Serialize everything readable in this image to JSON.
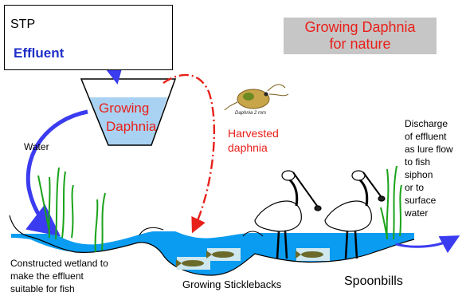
{
  "title": {
    "line1": "Growing Daphnia",
    "line2": "for nature"
  },
  "stp_box": {
    "label": "STP",
    "effluent": "Effluent"
  },
  "tank": {
    "label_line1": "Growing",
    "label_line2": "Daphnia"
  },
  "water_label": "Water",
  "harvest": {
    "line1": "Harvested",
    "line2": "daphnia",
    "scale_text": "Daphnia 2 mm"
  },
  "discharge_lines": [
    "Discharge",
    "of effluent",
    "as lure flow",
    "to fish",
    "siphon",
    "or to",
    "surface",
    "water"
  ],
  "wetland_lines": [
    "Constructed wetland to",
    "make the effluent",
    "suitable for fish"
  ],
  "sticklebacks_label": "Growing Sticklebacks",
  "spoonbills_label": "Spoonbills",
  "colors": {
    "water": "#0a9cf0",
    "arrow_blue": "#3b3bf0",
    "arrow_red": "#e8201a",
    "title_bg": "#c6c6c6",
    "reed": "#1aa31a",
    "tank_water": "#a9d2f2"
  }
}
